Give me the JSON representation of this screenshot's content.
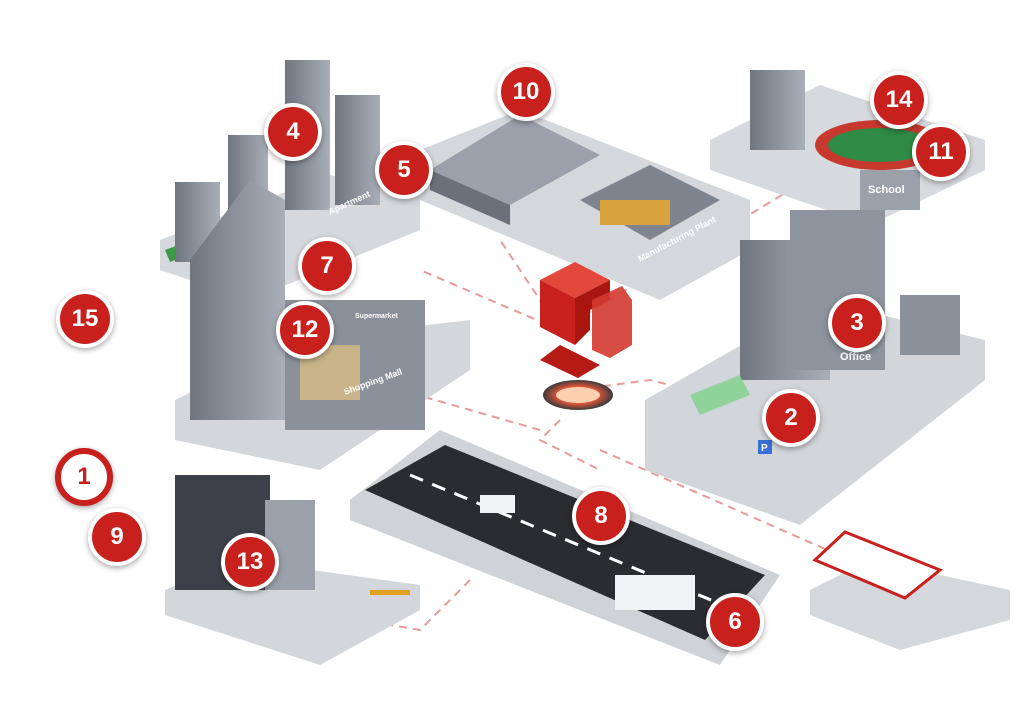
{
  "hotspots": [
    {
      "number": "1",
      "active": true
    },
    {
      "number": "2",
      "active": false
    },
    {
      "number": "3",
      "active": false
    },
    {
      "number": "4",
      "active": false
    },
    {
      "number": "5",
      "active": false
    },
    {
      "number": "6",
      "active": false
    },
    {
      "number": "7",
      "active": false
    },
    {
      "number": "8",
      "active": false
    },
    {
      "number": "9",
      "active": false
    },
    {
      "number": "10",
      "active": false
    },
    {
      "number": "11",
      "active": false
    },
    {
      "number": "12",
      "active": false
    },
    {
      "number": "13",
      "active": false
    },
    {
      "number": "14",
      "active": false
    },
    {
      "number": "15",
      "active": false
    }
  ],
  "labels": {
    "apartment": "Apartment",
    "manufacturing": "Manufacturing Plant",
    "school": "School",
    "office": "Office",
    "shopping": "Shopping Mall",
    "supermarket": "Supermarket",
    "parking": "P"
  },
  "colors": {
    "accent": "#c8201c",
    "building": "#9aa1ab",
    "platform": "#d7d9dd",
    "road": "#2a2c30"
  },
  "icons": {
    "hub": "cube-logo-icon"
  }
}
